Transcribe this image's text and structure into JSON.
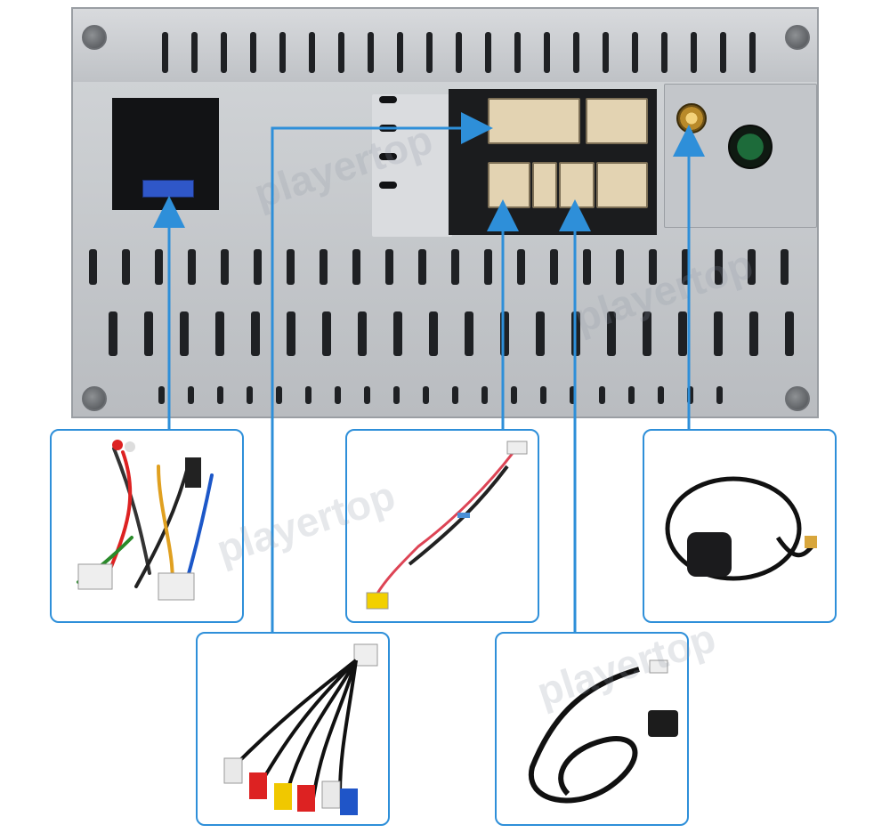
{
  "watermark": {
    "text": "playertop"
  },
  "colors": {
    "arrow": "#2e8fd9",
    "unit_body": "#c9ccd0",
    "connector": "#e3d3b2",
    "antenna_gold": "#d8a63c"
  },
  "cables": [
    {
      "name": "power-harness",
      "description_icon": "wiring-harness-icon"
    },
    {
      "name": "camera-cable",
      "description_icon": "rca-camera-cable-icon"
    },
    {
      "name": "gps-antenna",
      "description_icon": "gps-antenna-icon"
    },
    {
      "name": "rca-output-cable",
      "description_icon": "rca-fan-cable-icon"
    },
    {
      "name": "usb-cable",
      "description_icon": "usb-cable-icon"
    }
  ]
}
